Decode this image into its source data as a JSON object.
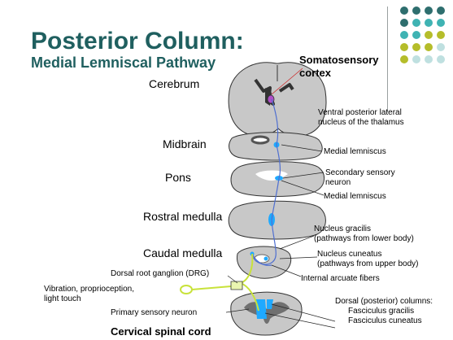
{
  "slide": {
    "title": "Posterior Column:",
    "subtitle": "Medial Lemniscal Pathway"
  },
  "colors": {
    "title_teal": "#1f5f5f",
    "dot_teal_dark": "#2e6e6e",
    "dot_teal_light": "#3fb3b3",
    "dot_olive": "#b5bd2a",
    "dot_pale": "#bfe0e0",
    "tissue_gray": "#c8c8c8",
    "pathway_blue": "#4f6fd0",
    "nucleus_cyan": "#1fa9ff",
    "sensory_green": "#c8e23a"
  },
  "levels": {
    "cerebrum": "Cerebrum",
    "midbrain": "Midbrain",
    "pons": "Pons",
    "rostral_medulla": "Rostral medulla",
    "caudal_medulla": "Caudal medulla",
    "cervical_spinal_cord": "Cervical spinal cord"
  },
  "labels": {
    "somatosensory_cortex": "Somatosensory cortex",
    "vpl_nucleus": "Ventral posterior lateral nucleus of the thalamus",
    "medial_lemniscus_1": "Medial lemniscus",
    "secondary_neuron": "Secondary sensory neuron",
    "medial_lemniscus_2": "Medial lemniscus",
    "nucleus_gracilis": "Nucleus gracilis",
    "nucleus_gracilis_note": "(pathways from lower body)",
    "nucleus_cuneatus": "Nucleus cuneatus",
    "nucleus_cuneatus_note": "(pathways from upper body)",
    "internal_arcuate": "Internal arcuate fibers",
    "drg": "Dorsal root ganglion (DRG)",
    "stimulus": "Vibration, proprioception, light touch",
    "primary_neuron": "Primary sensory neuron",
    "dorsal_columns": "Dorsal (posterior) columns:",
    "fasciculus_gracilis": "Fasciculus gracilis",
    "fasciculus_cuneatus": "Fasciculus cuneatus"
  }
}
